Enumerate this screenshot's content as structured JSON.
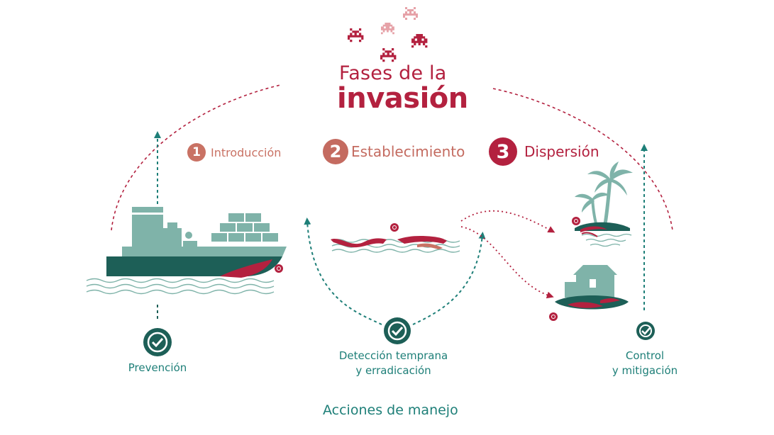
{
  "title": {
    "line1": "Fases de la",
    "line2": "invasión"
  },
  "phases": [
    {
      "number": "1",
      "label": "Introducción",
      "color": "#c97264"
    },
    {
      "number": "2",
      "label": "Establecimiento",
      "color": "#c46b60"
    },
    {
      "number": "3",
      "label": "Dispersión",
      "color": "#b3213f"
    }
  ],
  "actions": [
    {
      "label": "Prevención"
    },
    {
      "line1": "Detección temprana",
      "line2": "y erradicación"
    },
    {
      "line1": "Control",
      "line2": "y mitigación"
    }
  ],
  "footer": "Acciones de manejo",
  "icons": [
    "space-invader-icon",
    "cargo-ship-icon",
    "water-waves-icon",
    "palm-island-icon",
    "house-icon",
    "check-circle-icon",
    "arrow-up-icon"
  ],
  "colors": {
    "crimson": "#b3213f",
    "coral": "#c97264",
    "teal": "#1e7f78",
    "dark_teal": "#1d5f57",
    "sage": "#7fb3a9",
    "pink": "#e6a2a8"
  }
}
